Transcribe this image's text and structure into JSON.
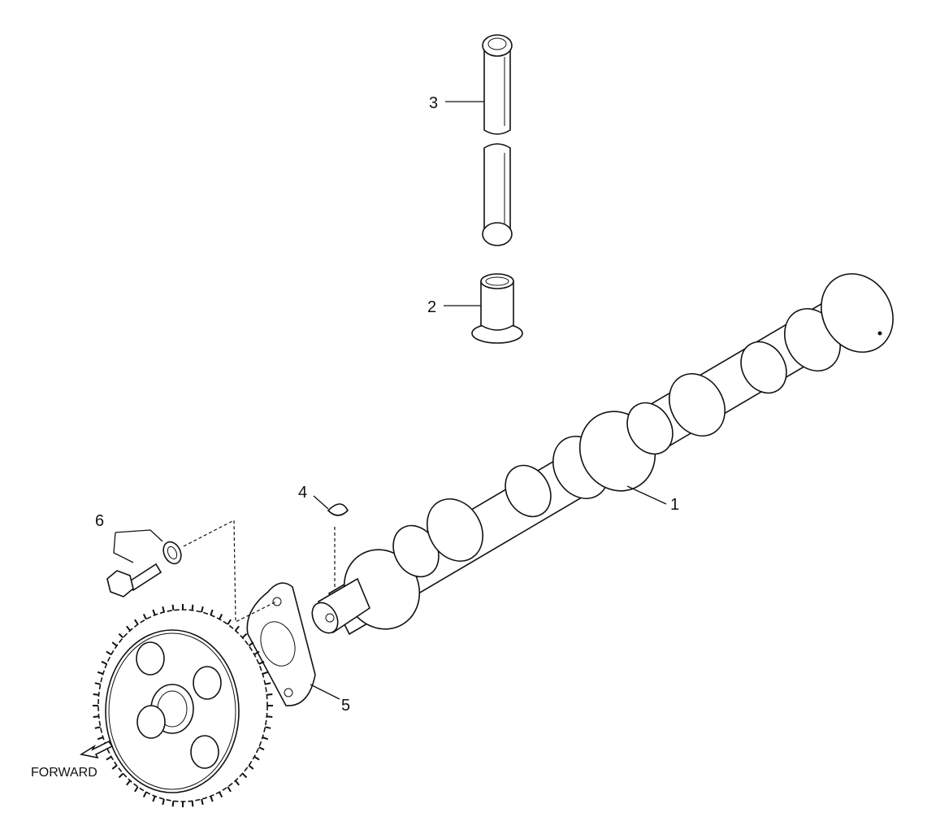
{
  "callouts": {
    "c1": "1",
    "c2": "2",
    "c3": "3",
    "c4": "4",
    "c5": "5",
    "c6": "6"
  },
  "direction_label": "FORWARD"
}
